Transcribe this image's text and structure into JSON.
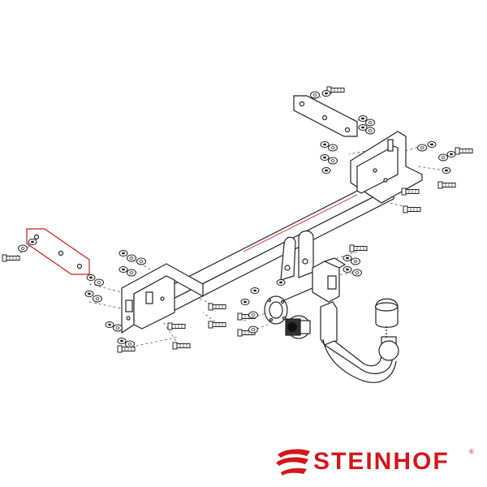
{
  "figure": {
    "kind": "exploded-assembly-drawing",
    "subject": "tow-bar-assembly",
    "line_color": "#222222",
    "accent_color": "#c81e1e"
  },
  "brand": {
    "name": "STEINHOF",
    "registered_mark": "®",
    "color": "#d4161c"
  }
}
